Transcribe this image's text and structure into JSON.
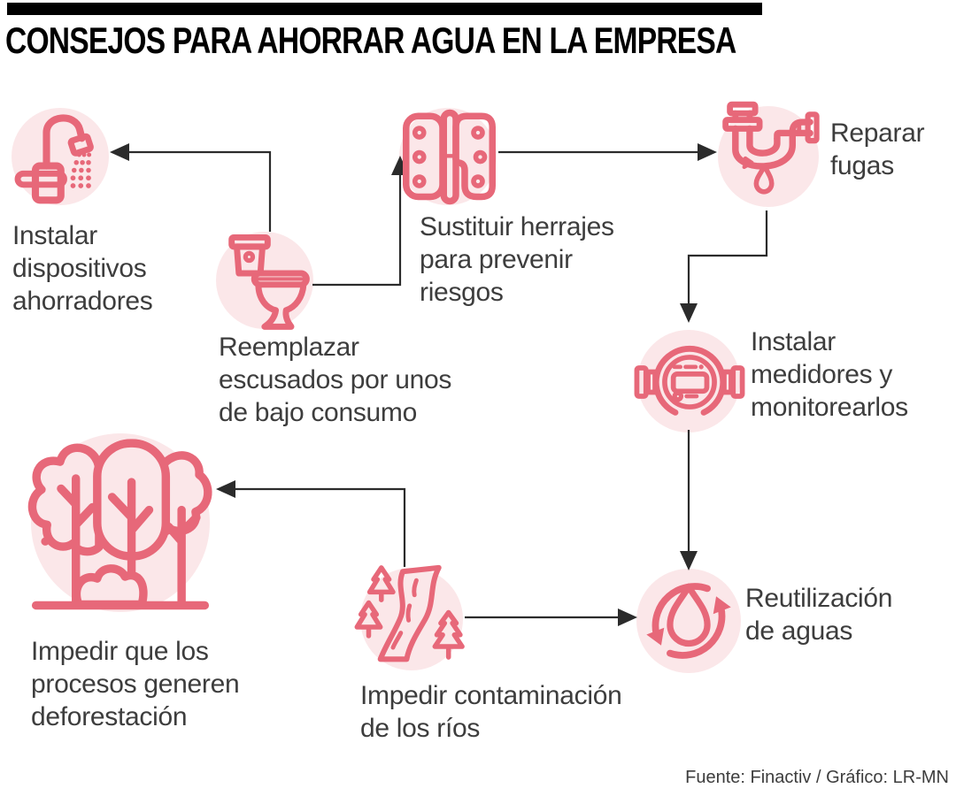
{
  "title": "CONSEJOS PARA AHORRAR AGUA EN LA EMPRESA",
  "footer": "Fuente: Finactiv / Gráfico: LR-MN",
  "colors": {
    "accent": "#e76879",
    "circle": "#fbe7e9",
    "text": "#3d3d3d",
    "titlecol": "#000000",
    "arrow": "#2b2b2b"
  },
  "nodes": {
    "faucet": {
      "icon": "faucet-icon",
      "label": "Instalar\ndispositivos\nahorradores"
    },
    "toilet": {
      "icon": "toilet-icon",
      "label": "Reemplazar\nescusados por unos\nde bajo consumo"
    },
    "hinge": {
      "icon": "hinge-icon",
      "label": "Sustituir herrajes\npara prevenir\nriesgos"
    },
    "pipe": {
      "icon": "leaking-pipe-icon",
      "label": "Reparar\nfugas"
    },
    "meter": {
      "icon": "water-meter-icon",
      "label": "Instalar\nmedidores y\nmonitorearlos"
    },
    "recycle": {
      "icon": "water-reuse-icon",
      "label": "Reutilización\nde aguas"
    },
    "river": {
      "icon": "river-icon",
      "label": "Impedir contaminación\nde los ríos"
    },
    "trees": {
      "icon": "forest-icon",
      "label": "Impedir que los\nprocesos generen\ndeforestación"
    }
  },
  "connections": [
    {
      "from": "toilet",
      "to": "faucet"
    },
    {
      "from": "toilet",
      "to": "hinge"
    },
    {
      "from": "hinge",
      "to": "pipe"
    },
    {
      "from": "pipe",
      "to": "meter"
    },
    {
      "from": "meter",
      "to": "recycle"
    },
    {
      "from": "river",
      "to": "recycle"
    },
    {
      "from": "river",
      "to": "trees"
    }
  ]
}
